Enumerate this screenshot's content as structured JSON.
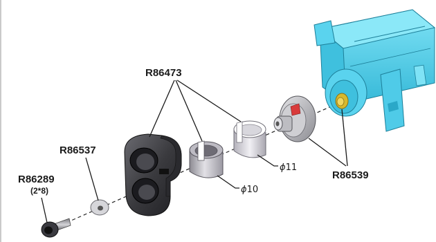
{
  "labels": {
    "clamp_part": "R86473",
    "washer_part": "R86537",
    "screw_part": "R86289",
    "screw_size": "(2*8)",
    "horn_part": "R86539"
  },
  "dimensions": {
    "sleeve_small": "10",
    "sleeve_large": "11",
    "diameter_symbol": "ϕ"
  },
  "colors": {
    "servo_body": "#4fd0ec",
    "servo_shadow": "#2aa8c8",
    "clamp_body": "#3a3a3e",
    "sleeve_metal": "#c9c8ce",
    "horn_metal": "#bdbdc2",
    "horn_accent": "#d83a3a",
    "spline_gold": "#d8b92e"
  }
}
